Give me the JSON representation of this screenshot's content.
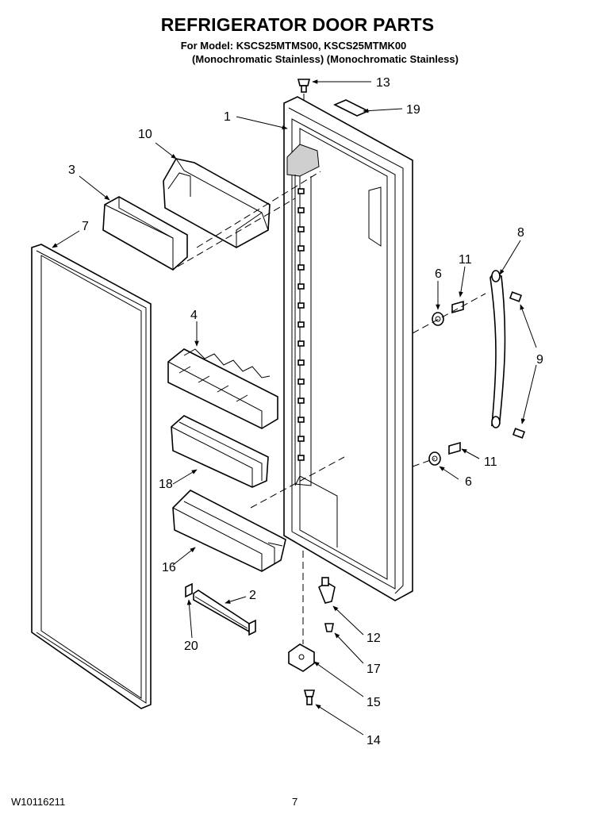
{
  "header": {
    "title": "REFRIGERATOR DOOR PARTS",
    "model_line": "For Model: KSCS25MTMS00, KSCS25MTMK00",
    "finish_line": "(Monochromatic Stainless) (Monochromatic Stainless)"
  },
  "footer": {
    "doc_number": "W10116211",
    "page_number": "7"
  },
  "callouts": {
    "c1": "1",
    "c2": "2",
    "c3": "3",
    "c4": "4",
    "c6a": "6",
    "c6b": "6",
    "c7": "7",
    "c8": "8",
    "c9": "9",
    "c10": "10",
    "c11a": "11",
    "c11b": "11",
    "c12": "12",
    "c13": "13",
    "c14": "14",
    "c15": "15",
    "c16": "16",
    "c17": "17",
    "c18": "18",
    "c19": "19",
    "c20": "20"
  }
}
